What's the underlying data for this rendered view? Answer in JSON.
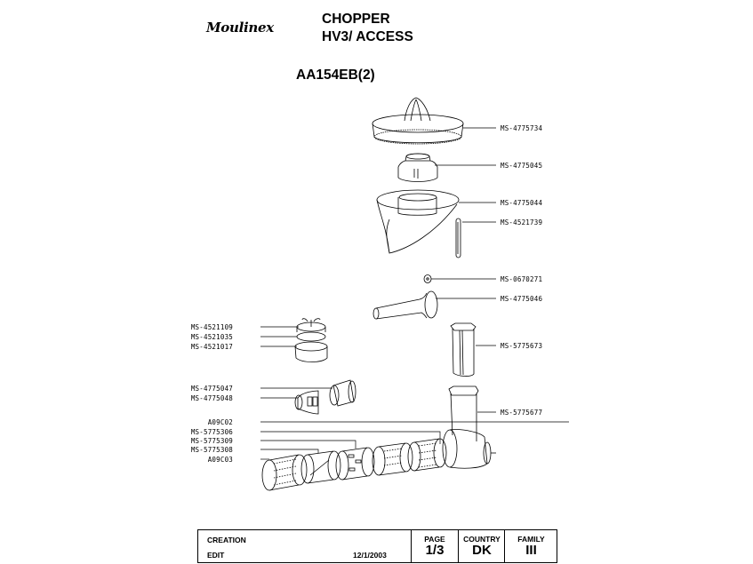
{
  "header": {
    "brand": "Moulinex",
    "title_line1": "CHOPPER",
    "title_line2": "HV3/ ACCESS",
    "reference": "AA154EB(2)"
  },
  "parts_right": [
    "MS-4775734",
    "MS-4775045",
    "MS-4775044",
    "MS-4521739",
    "MS-0670271",
    "MS-4775046",
    "MS-5775673",
    "MS-5775677"
  ],
  "parts_left": [
    "MS-4521109",
    "MS-4521035",
    "MS-4521017",
    "MS-4775047",
    "MS-4775048",
    "A09C02",
    "MS-5775306",
    "MS-5775309",
    "MS-5775308",
    "A09C03"
  ],
  "footer": {
    "creation_label": "CREATION",
    "edit_label": "EDIT",
    "edit_date": "12/1/2003",
    "page_label": "PAGE",
    "page_value": "1/3",
    "country_label": "COUNTRY",
    "country_value": "DK",
    "family_label": "FAMILY",
    "family_value": "III"
  }
}
